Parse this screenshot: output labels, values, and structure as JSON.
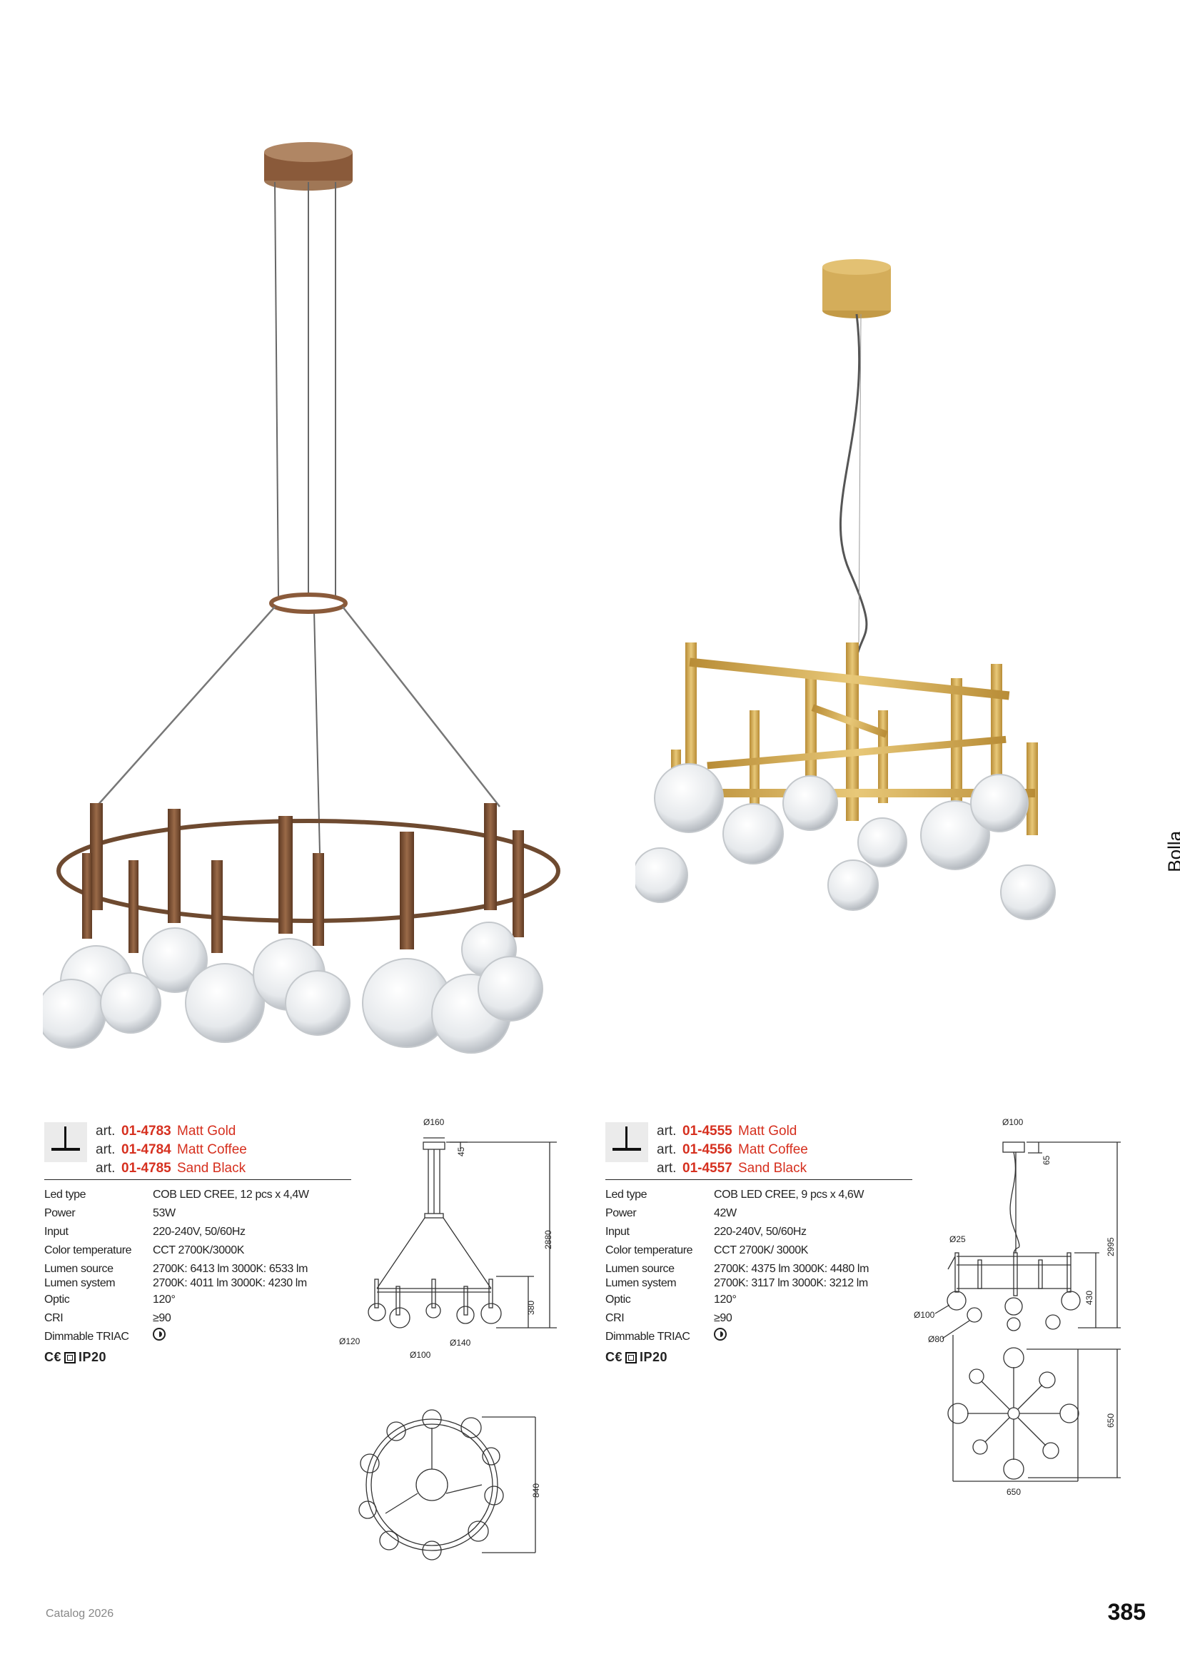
{
  "side_label": "Bolla__",
  "footer": {
    "catalog": "Catalog 2026",
    "page_number": "385"
  },
  "products": [
    {
      "articles": [
        {
          "prefix": "art.",
          "code": "01-4783",
          "finish": "Matt Gold"
        },
        {
          "prefix": "art.",
          "code": "01-4784",
          "finish": "Matt Coffee"
        },
        {
          "prefix": "art.",
          "code": "01-4785",
          "finish": "Sand Black"
        }
      ],
      "specs": [
        {
          "key": "Led type",
          "value": "COB LED CREE, 12 pcs x 4,4W"
        },
        {
          "key": "Power",
          "value": "53W"
        },
        {
          "key": "Input",
          "value": "220-240V, 50/60Hz"
        },
        {
          "key": "Color temperature",
          "value": "CCT 2700K/3000K"
        },
        {
          "key": "Lumen source",
          "value": "2700K: 6413 lm   3000K: 6533 lm"
        },
        {
          "key": "Lumen system",
          "value": "2700K: 4011 lm   3000K: 4230 lm"
        },
        {
          "key": "Optic",
          "value": "120°"
        },
        {
          "key": "CRI",
          "value": "≥90"
        },
        {
          "key": "Dimmable TRIAC",
          "value": ""
        }
      ],
      "cert": "IP20",
      "drawing": {
        "d_top": "Ø160",
        "h_top": "45",
        "h_total": "2880",
        "h_body": "380",
        "d_left": "Ø120",
        "d_mid": "Ø100",
        "d_right": "Ø140",
        "plan_width": "840"
      }
    },
    {
      "articles": [
        {
          "prefix": "art.",
          "code": "01-4555",
          "finish": "Matt Gold"
        },
        {
          "prefix": "art.",
          "code": "01-4556",
          "finish": "Matt Coffee"
        },
        {
          "prefix": "art.",
          "code": "01-4557",
          "finish": "Sand Black"
        }
      ],
      "specs": [
        {
          "key": "Led type",
          "value": "COB LED CREE, 9 pcs x 4,6W"
        },
        {
          "key": "Power",
          "value": "42W"
        },
        {
          "key": "Input",
          "value": "220-240V, 50/60Hz"
        },
        {
          "key": "Color temperature",
          "value": "CCT 2700K/ 3000K"
        },
        {
          "key": "Lumen source",
          "value": "2700K: 4375 lm   3000K: 4480 lm"
        },
        {
          "key": "Lumen system",
          "value": "2700K: 3117 lm   3000K: 3212 lm"
        },
        {
          "key": "Optic",
          "value": "120°"
        },
        {
          "key": "CRI",
          "value": "≥90"
        },
        {
          "key": "Dimmable TRIAC",
          "value": ""
        }
      ],
      "cert": "IP20",
      "drawing": {
        "d_top": "Ø100",
        "h_top": "65",
        "h_total": "2995",
        "h_body": "430",
        "d_small": "Ø25",
        "d_left": "Ø100",
        "d_bottom": "Ø80",
        "plan_height": "650",
        "plan_width": "650"
      }
    }
  ],
  "colors": {
    "accent": "#d6301f",
    "coffee": "#8a5a3a",
    "gold": "#c9a04a"
  }
}
